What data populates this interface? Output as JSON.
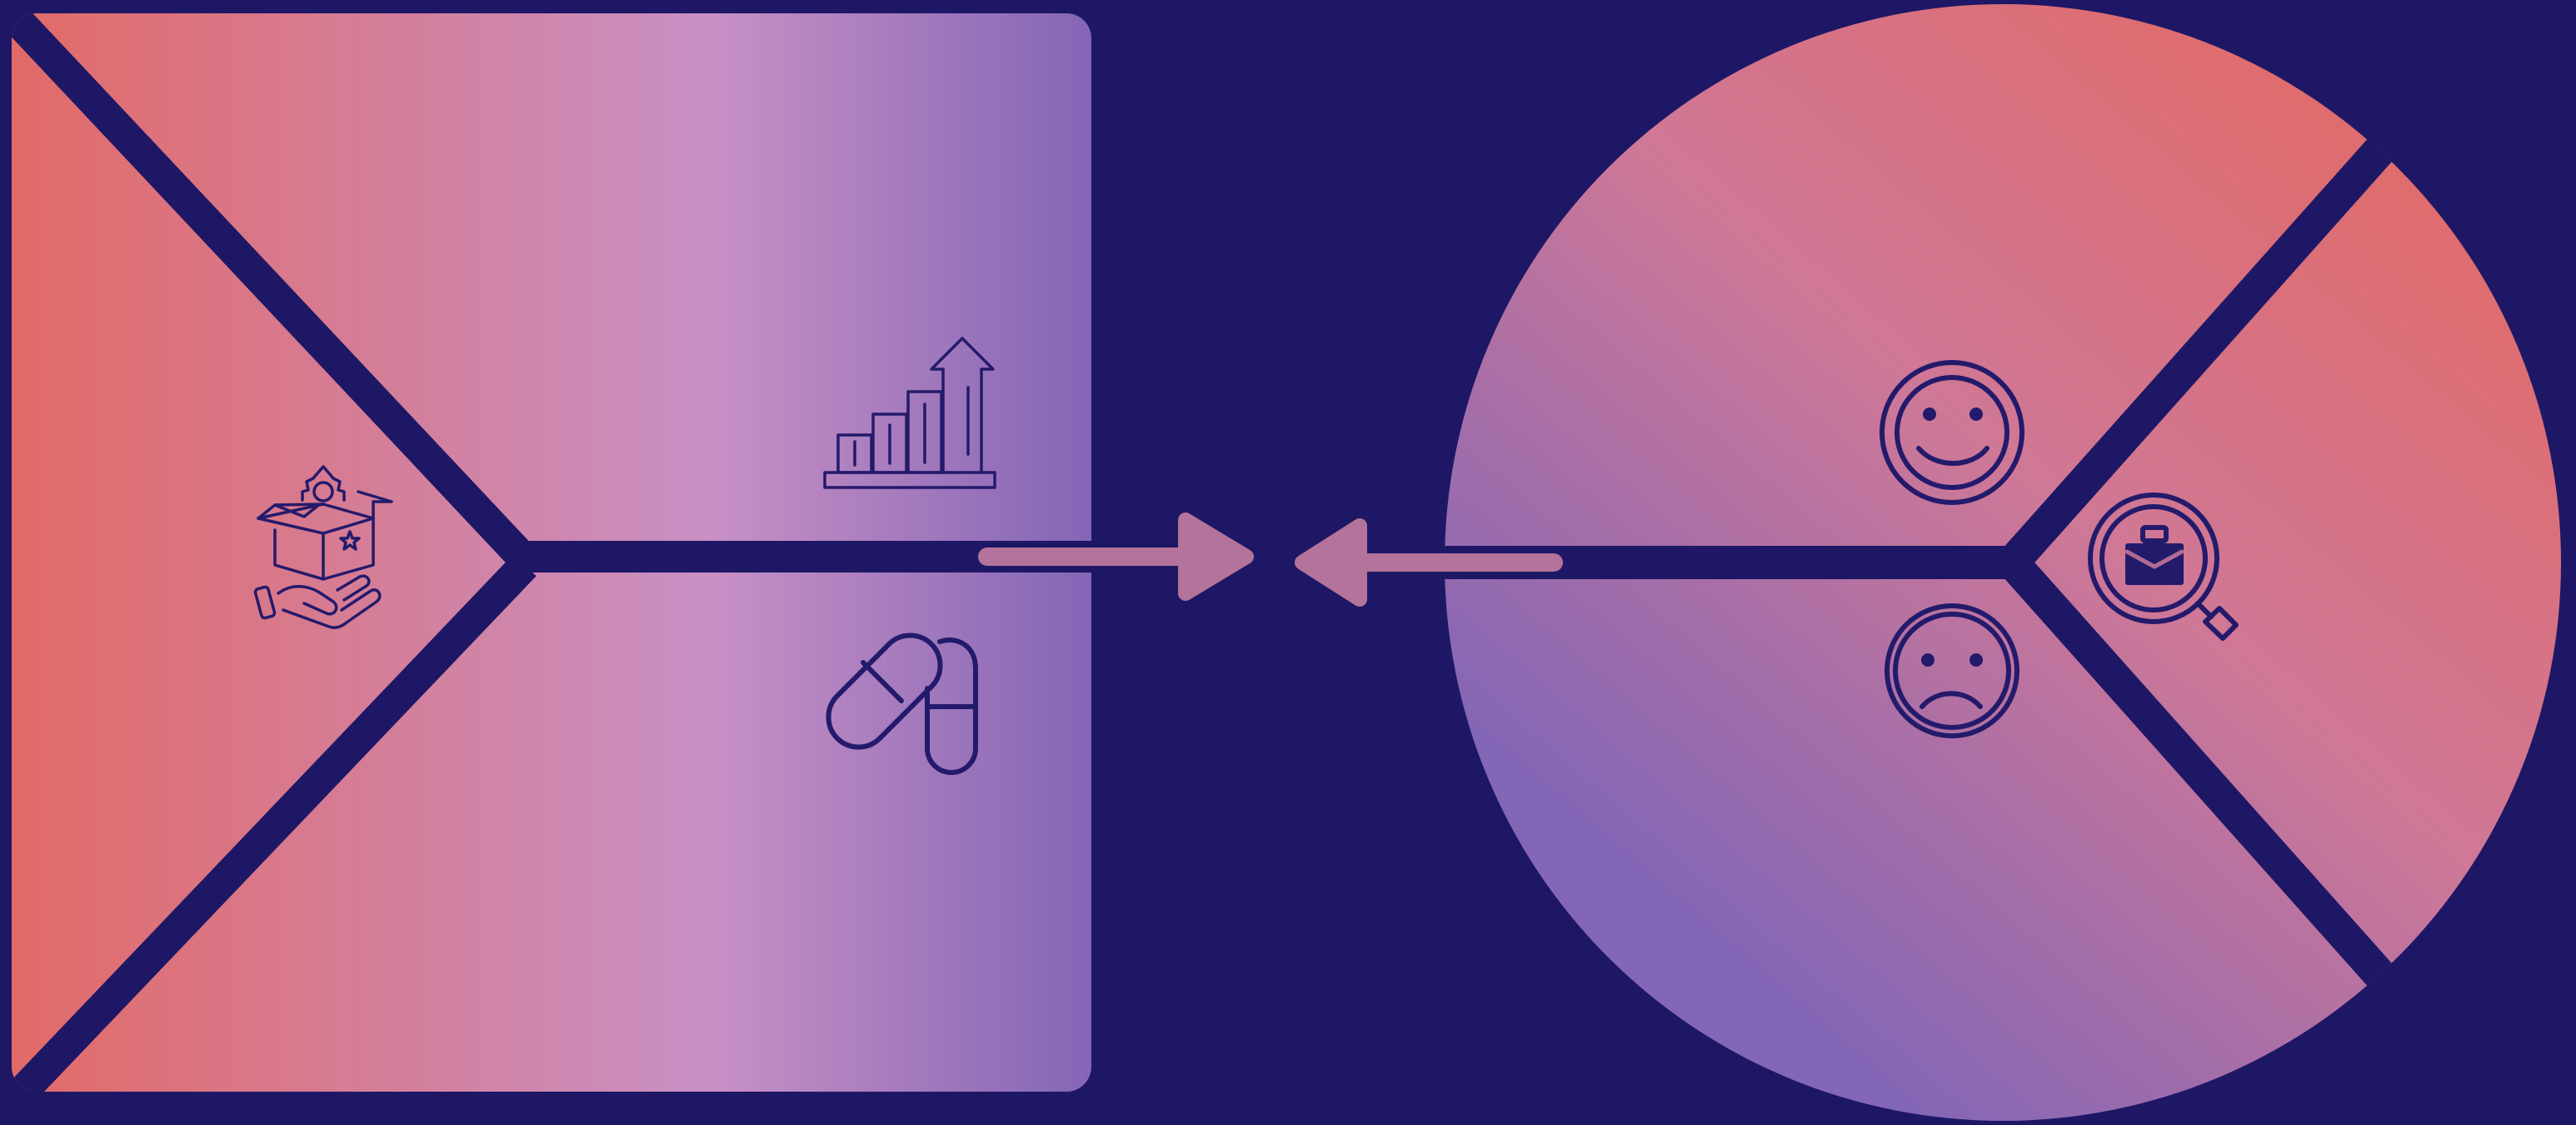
{
  "colors": {
    "background": "#1E1765",
    "stroke": "#241A6B",
    "coral": "#E26A67",
    "pink": "#C890C5",
    "violet": "#8366B6",
    "rose": "#CF7897",
    "arrow": "#B4739A"
  },
  "value_map": {
    "square_sections": [
      {
        "position": "left",
        "icon": "product-box-icon"
      },
      {
        "position": "top",
        "icon": "growth-chart-icon"
      },
      {
        "position": "bottom",
        "icon": "pills-icon"
      }
    ],
    "circle_sections": [
      {
        "position": "top",
        "icon": "smiley-face-icon"
      },
      {
        "position": "bottom",
        "icon": "sad-face-icon"
      },
      {
        "position": "right",
        "icon": "job-search-icon"
      }
    ],
    "connectors": [
      {
        "direction": "right",
        "icon": "arrow-right-icon"
      },
      {
        "direction": "left",
        "icon": "arrow-left-icon"
      }
    ]
  }
}
